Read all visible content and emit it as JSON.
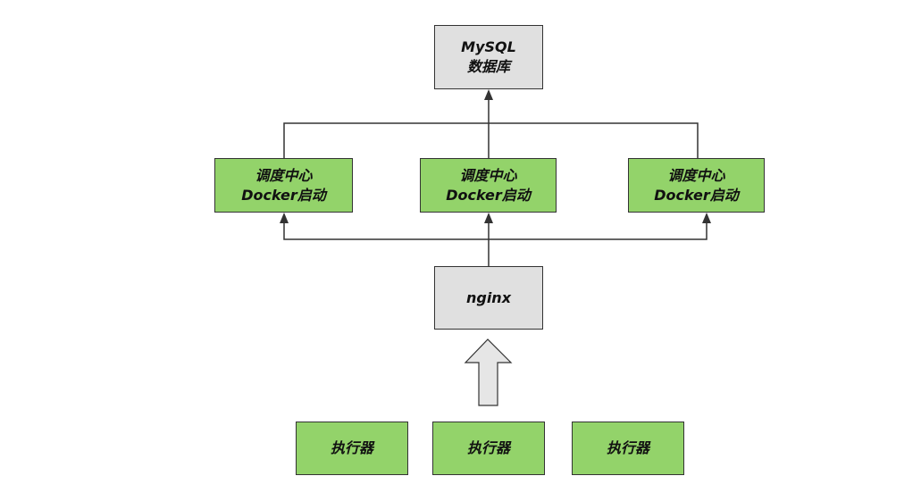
{
  "colors": {
    "gray_fill": "#e0e0e0",
    "green_fill": "#93d36a",
    "line": "#333333",
    "arrow_fill": "#e6e6e6"
  },
  "diagram": {
    "database": {
      "line1": "MySQL",
      "line2": "数据库"
    },
    "schedulers": [
      {
        "line1": "调度中心",
        "line2": "Docker启动"
      },
      {
        "line1": "调度中心",
        "line2": "Docker启动"
      },
      {
        "line1": "调度中心",
        "line2": "Docker启动"
      }
    ],
    "proxy": {
      "label": "nginx"
    },
    "executors": [
      {
        "label": "执行器"
      },
      {
        "label": "执行器"
      },
      {
        "label": "执行器"
      }
    ]
  }
}
